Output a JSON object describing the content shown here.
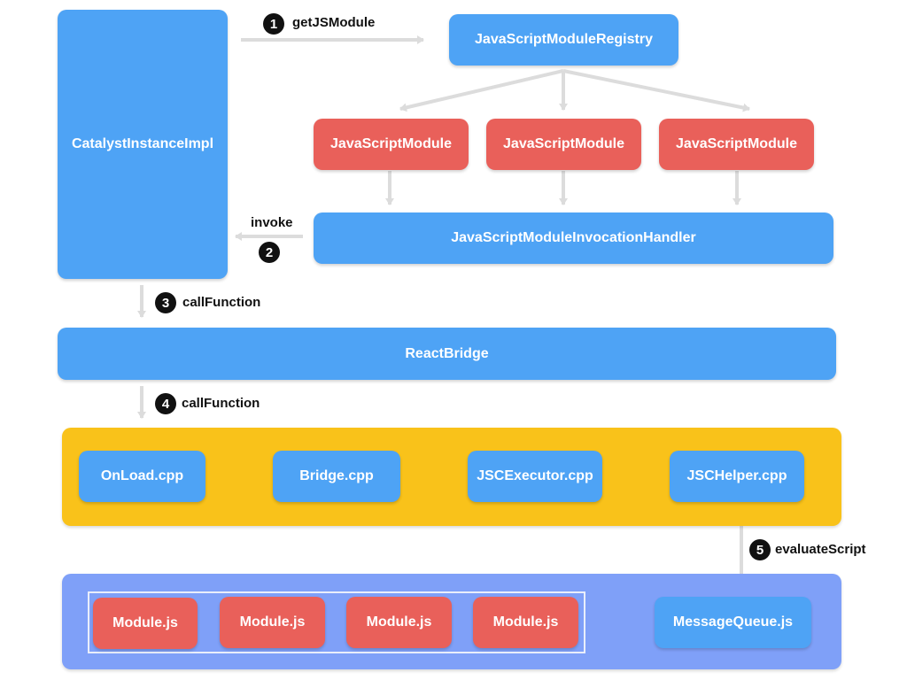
{
  "colors": {
    "box_blue": "#4ea3f5",
    "box_red": "#e9605a",
    "native_group": "#f9c21a",
    "js_group": "#7fa0f8",
    "arrow": "#dcdcdc",
    "badge": "#111111"
  },
  "nodes": {
    "catalyst": "CatalystInstanceImpl",
    "registry": "JavaScriptModuleRegistry",
    "modules": [
      "JavaScriptModule",
      "JavaScriptModule",
      "JavaScriptModule"
    ],
    "invocation_handler": "JavaScriptModuleInvocationHandler",
    "react_bridge": "ReactBridge",
    "native_files": [
      "OnLoad.cpp",
      "Bridge.cpp",
      "JSCExecutor.cpp",
      "JSCHelper.cpp"
    ],
    "js_modules": [
      "Module.js",
      "Module.js",
      "Module.js",
      "Module.js"
    ],
    "message_queue": "MessageQueue.js"
  },
  "steps": [
    {
      "number": "1",
      "label": "getJSModule"
    },
    {
      "number": "2",
      "label": "invoke"
    },
    {
      "number": "3",
      "label": "callFunction"
    },
    {
      "number": "4",
      "label": "callFunction"
    },
    {
      "number": "5",
      "label": "evaluateScript"
    }
  ]
}
